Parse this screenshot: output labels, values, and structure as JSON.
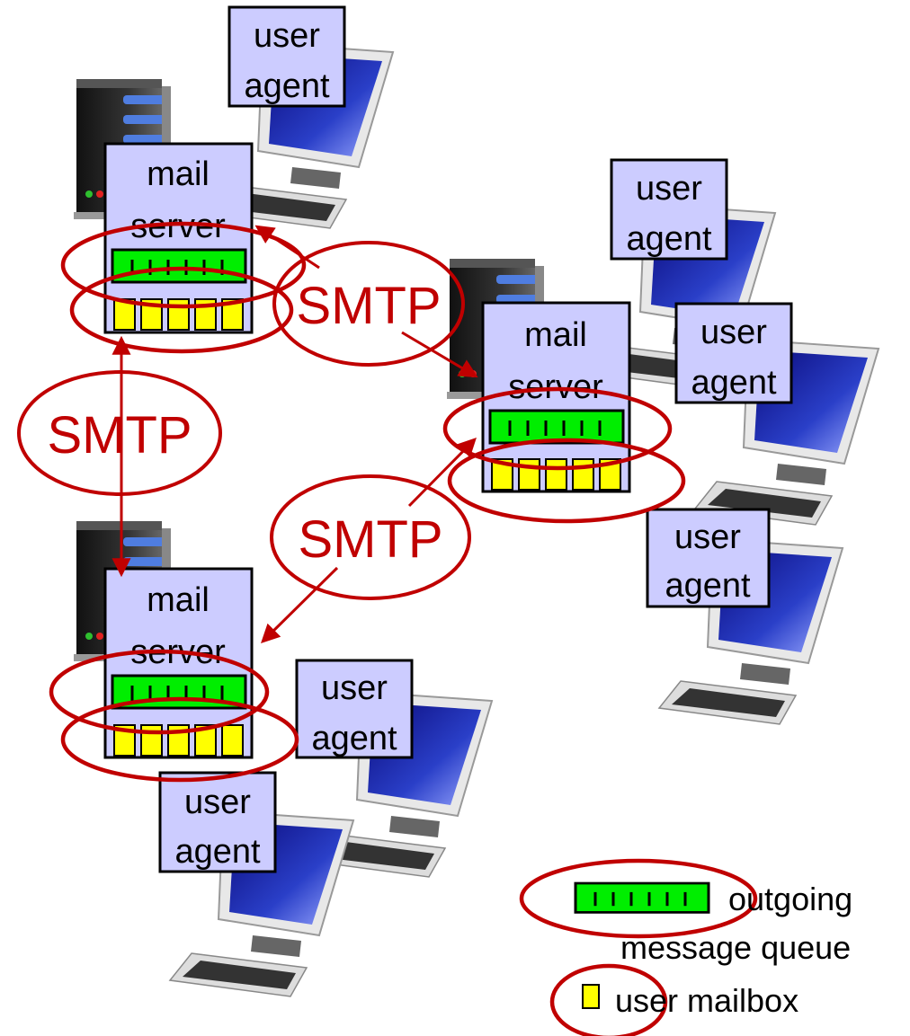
{
  "mail_server_label": [
    "mail",
    "server"
  ],
  "user_agent_label": [
    "user",
    "agent"
  ],
  "protocol_label": "SMTP",
  "legend": {
    "queue_line1": "outgoing",
    "queue_line2": "message queue",
    "mailbox": "user mailbox"
  },
  "colors": {
    "box_fill": "#ccccff",
    "queue_green": "#00ee00",
    "mailbox_yellow": "#ffff00",
    "accent_red": "#c00000"
  }
}
